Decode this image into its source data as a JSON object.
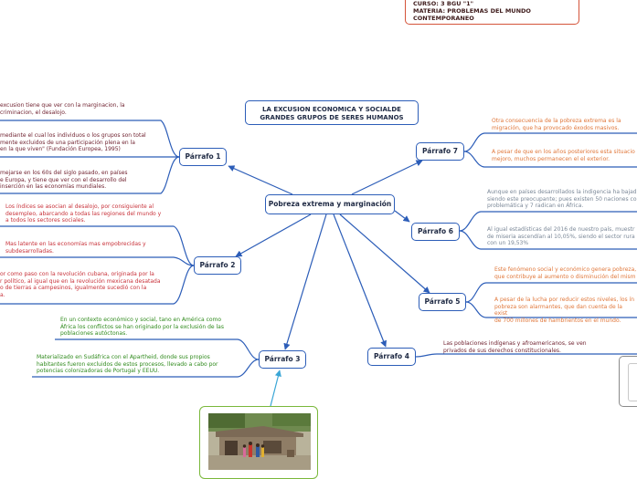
{
  "header_box": {
    "line1": "CURSO: 3 BGU \"1\"",
    "line2": "MATERIA: PROBLEMAS DEL MUNDO",
    "line3": "CONTEMPORANEO"
  },
  "title": {
    "line1": "LA EXCUSION ECONOMICA Y SOCIALDE",
    "line2": "GRANDES GRUPOS DE SERES HUMANOS"
  },
  "center": "Pobreza extrema y marginación",
  "paragraphs": {
    "p1": {
      "label": "Párrafo 1",
      "notes": [
        "excusion tiene que ver con la marginacion, la\ncriminacion, el desalojo.",
        "mediante el cual los individuos o los grupos son total\nmente excluidos de una participación plena en la\nen la que viven\" (Fundación Europea, 1995)",
        "mejarse en los 60s del siglo pasado, en países\ne Europa, y tiene que ver con el desarrollo del\ninserción en las economías mundiales."
      ]
    },
    "p2": {
      "label": "Párrafo 2",
      "notes": [
        "Los índices se asocian al desalojo, por consiguiente al\ndesempleo, abarcando a todas las regiones del mundo y\na todos los sectores sociales.",
        "Mas latente en las economías mas empobrecidas y\nsubdesarrolladas.",
        "or como paso con la revolución cubana, originada por la\nr político, al igual que en la revolución mexicana desatada\no de tierras a campesinos, igualmente sucedió con la\na."
      ]
    },
    "p3": {
      "label": "Párrafo 3",
      "notes": [
        "En un contexto económico y social, tano en América como\nÁfrica los conflictos se han originado por la exclusión de las\npoblaciones autóctonas.",
        "Materializado en Sudáfrica con el Apartheid, donde sus propios\nhabitantes fueron excluidos de estos procesos, llevado a cabo por\npotencias colonizadoras de Portugal y EEUU."
      ]
    },
    "p4": {
      "label": "Párrafo 4",
      "notes": [
        "Las poblaciones indígenas y afroamericanos, se ven\nprivados de sus derechos constitucionales."
      ]
    },
    "p5": {
      "label": "Párrafo 5",
      "notes": [
        "Este fenómeno social y económico genera pobreza,\nque contribuye al aumento o disminución del mism",
        "A pesar de la lucha por reducir estos niveles, los ín\npobreza son alarmantes, que dan cuenta de la exist\nde 700 millones de hambrientos en el mundo."
      ]
    },
    "p6": {
      "label": "Párrafo 6",
      "notes": [
        "Aunque en países desarrollados la indigencia ha bajad\nsiendo este preocupante; pues existen 50 naciones co\nproblemática y 7 radican en África.",
        "Al igual estadísticas del 2016 de nuestro país, muestr\nde miseria ascendían al 10,05%, siendo el sector rura\ncon un 19,53%"
      ]
    },
    "p7": {
      "label": "Párrafo 7",
      "notes": [
        "Otra consecuencia de la pobreza extrema es la\nmigración, que ha provocado éxodos masivos.",
        "A pesar de que en los años posteriores esta situacio\nmejoro, muchos permanecen el el exterior."
      ]
    }
  },
  "colors": {
    "line": "#2c5db8",
    "photo_link": "#3aa6d6",
    "header_border": "#d4543a",
    "photo_border": "#7ab83b"
  }
}
